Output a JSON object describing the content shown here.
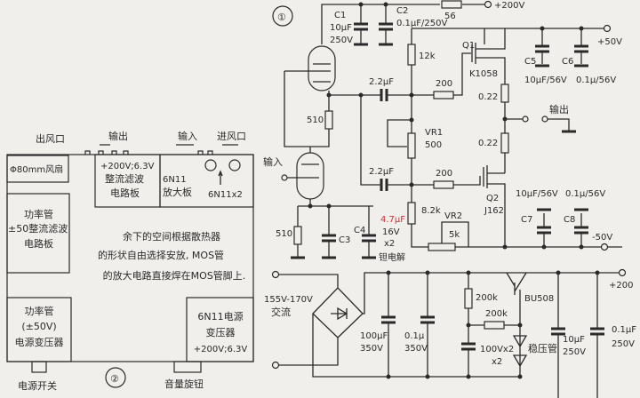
{
  "figure1": {
    "number": "①",
    "c1": [
      "C1",
      "10μF",
      "250V"
    ],
    "c2": [
      "C2",
      "0.1μF/250V"
    ],
    "r56": "56",
    "v200": "+200V",
    "v50p": "+50V",
    "q1": [
      "Q1",
      "K1058"
    ],
    "r12k": "12k",
    "cap_top": "2.2μF",
    "r200_top": "200",
    "r022_top": "0.22",
    "r022_bot": "0.22",
    "output": "输出",
    "vr1": [
      "VR1",
      "500"
    ],
    "r510_top": "510",
    "input": "输入",
    "cap_bot": "2.2μF",
    "r200_bot": "200",
    "q2": [
      "Q2",
      "J162"
    ],
    "r82k": "8.2k",
    "vr2": [
      "VR2",
      "5k"
    ],
    "c5": [
      "C5",
      "10μF/56V"
    ],
    "c6": [
      "C6",
      "0.1μ/56V"
    ],
    "c7": [
      "C7",
      "10μF/56V"
    ],
    "c8": [
      "C8",
      "0.1μ/56V"
    ],
    "v50n": "-50V",
    "r510_bot": "510",
    "c3": "C3",
    "c4": [
      "C4",
      "4.7μF",
      "16V",
      "x2",
      "钽电解"
    ]
  },
  "power_supply": {
    "ac": [
      "155V-170V",
      "交流"
    ],
    "c100": [
      "100μF",
      "350V"
    ],
    "c01": [
      "0.1μ",
      "350V"
    ],
    "r200k_v": "200k",
    "r200k_h": "200k",
    "c100v": [
      "100Vx2",
      "x2"
    ],
    "transistor": "BU508",
    "zener": "稳压管",
    "c10": [
      "10μF",
      "250V"
    ],
    "c01b": [
      "0.1μF",
      "250V"
    ],
    "out": "+200"
  },
  "figure2": {
    "number": "②",
    "exhaust": "出风口",
    "output": "输出",
    "input": "输入",
    "intake": "进风口",
    "fan": "Φ80mm风扇",
    "rect_board": [
      "+200V;6.3V",
      "整流滤波",
      "电路板"
    ],
    "amp_board": [
      "6N11",
      "放大板"
    ],
    "tubes": "6N11x2",
    "power_board": [
      "功率管",
      "±50整流滤波",
      "电路板"
    ],
    "note": [
      "余下的空间根据散热器",
      "的形状自由选择安放, MOS管",
      "的放大电路直接焊在MOS管脚上."
    ],
    "power_transformer": [
      "功率管",
      "(±50V)",
      "电源变压器"
    ],
    "tube_transformer": [
      "6N11电源",
      "变压器",
      "+200V;6.3V"
    ],
    "power_switch": "电源开关",
    "volume_knob": "音量旋钮"
  },
  "colors": {
    "ink": "#2a2a2a",
    "annotation": "#d03030",
    "paper": "#f1efec"
  }
}
